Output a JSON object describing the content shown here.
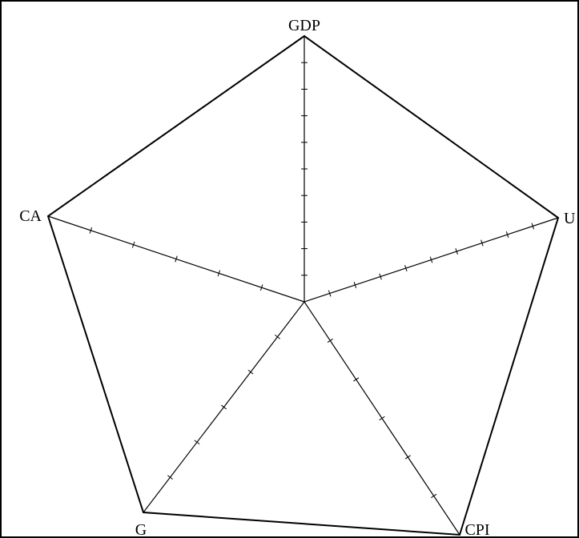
{
  "diagram": {
    "type": "radar-pentagon",
    "axes": [
      {
        "id": "gdp",
        "label": "GDP",
        "ticks": 9
      },
      {
        "id": "u",
        "label": "U",
        "ticks": 9
      },
      {
        "id": "cpi",
        "label": "CPI",
        "ticks": 5
      },
      {
        "id": "g",
        "label": "G",
        "ticks": 5
      },
      {
        "id": "ca",
        "label": "CA",
        "ticks": 5
      }
    ],
    "colors": {
      "line": "#000000",
      "background": "#ffffff",
      "border": "#000000"
    }
  }
}
